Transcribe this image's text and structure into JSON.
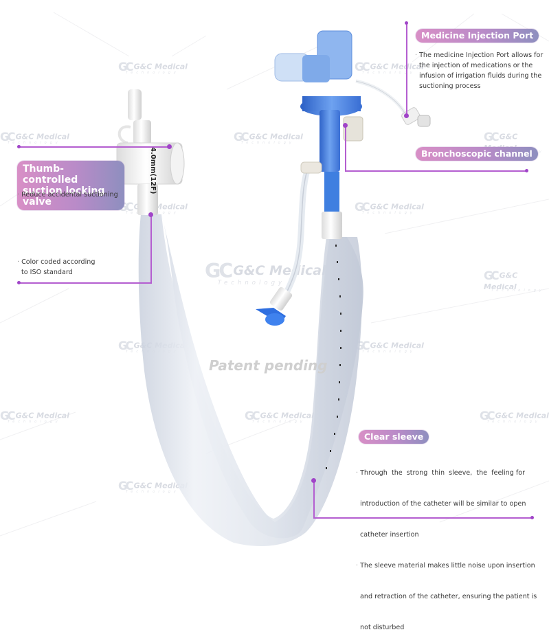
{
  "watermark": {
    "brand": "G&C Medical",
    "sub": "Technology",
    "logo_glyph": "GC"
  },
  "center_caption": "Patent pending",
  "callouts": {
    "medicine_port": {
      "title": "Medicine Injection Port",
      "lines": [
        "The medicine Injection Port allows for",
        "the injection of medications or the",
        "infusion of irrigation fluids during the",
        "suctioning process"
      ]
    },
    "bronchoscopic": {
      "title": "Bronchoscopic channel"
    },
    "thumb_valve": {
      "title_line1": "Thumb-controlled",
      "title_line2": "suction locking valve",
      "lines": [
        "Reduce accidental suctioning"
      ]
    },
    "color_coded": {
      "lines": [
        "Color coded according",
        "to ISO standard"
      ]
    },
    "clear_sleeve": {
      "title": "Clear sleeve",
      "bullet1": [
        "Through  the  strong  thin  sleeve,  the  feeling for",
        "introduction of the catheter will be similar to open",
        "catheter insertion"
      ],
      "bullet2": [
        "The sleeve material makes little noise upon insertion",
        "and retraction of the catheter, ensuring the patient is",
        "not disturbed"
      ]
    }
  },
  "device": {
    "valve_marking": "4.0mm(12F)"
  },
  "colors": {
    "accent_line": "#b45ed0",
    "dot": "#a044c8",
    "pill_gradient_start": "#d88fc6",
    "pill_gradient_end": "#8e8fbf",
    "device_blue": "#3f7fe0",
    "watermark": "#d8dbe2"
  }
}
